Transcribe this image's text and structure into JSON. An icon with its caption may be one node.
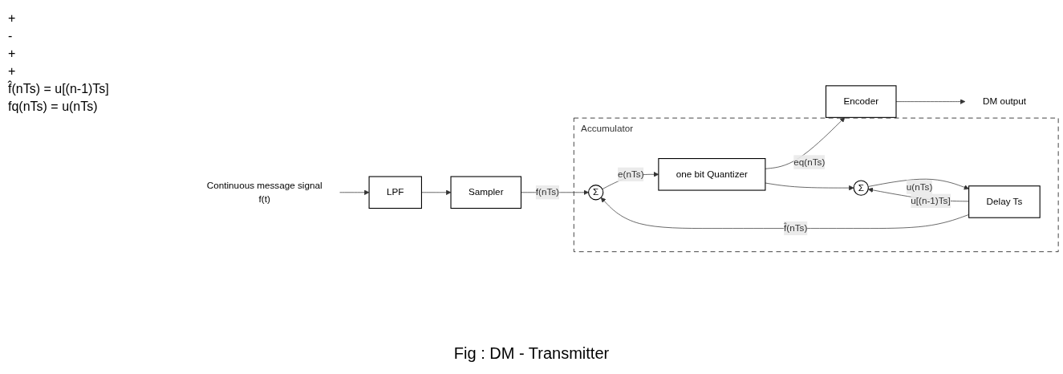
{
  "diagram": {
    "caption": "Fig : DM - Transmitter",
    "nodes": [
      {
        "text": [
          "Accumulator"
        ]
      },
      {
        "text": [
          "Continuous message signal",
          "f(t)"
        ]
      },
      {
        "text": [
          "LPF"
        ]
      },
      {
        "text": [
          "Sampler"
        ]
      },
      {
        "text": [
          "Σ"
        ],
        "in": 0
      },
      {
        "text": [
          "one bit Quantizer"
        ],
        "in": 0
      },
      {
        "text": [
          "Encoder"
        ]
      },
      {
        "text": [
          "DM output"
        ]
      },
      {
        "text": [
          "Σ"
        ],
        "in": 0
      },
      {
        "text": [
          "Delay Ts"
        ],
        "in": 0
      }
    ],
    "edges": [
      {
        "from": 1,
        "to": 2,
        "arrow": "to"
      },
      {
        "from": 2,
        "to": 3,
        "arrow": "to"
      },
      {
        "from": 3,
        "to": 4,
        "arrow": "to",
        "label": "f(nTs)"
      },
      {
        "from": 4,
        "to": 5,
        "arrow": "to",
        "label": "e(nTs)"
      },
      {
        "from": 5,
        "to": 6,
        "arrow": "to",
        "label": "eq(nTs)"
      },
      {
        "from": 5,
        "to": 8,
        "arrow": "to"
      },
      {
        "from": 6,
        "to": 7,
        "arrow": "to"
      },
      {
        "from": 9,
        "to": 4,
        "arrow": "to",
        "label": "f̂(nTs)"
      },
      {
        "from": 9,
        "to": 8,
        "arrow": "to",
        "label": "u[(n-1)Ts]"
      },
      {
        "from": 8,
        "to": 9,
        "arrow": "to",
        "label": "u(nTs)"
      }
    ],
    "labels": [
      "+",
      "-",
      "+",
      "+",
      "f̂(nTs) = u[(n-1)Ts]",
      "fq(nTs) = u(nTs)"
    ]
  }
}
